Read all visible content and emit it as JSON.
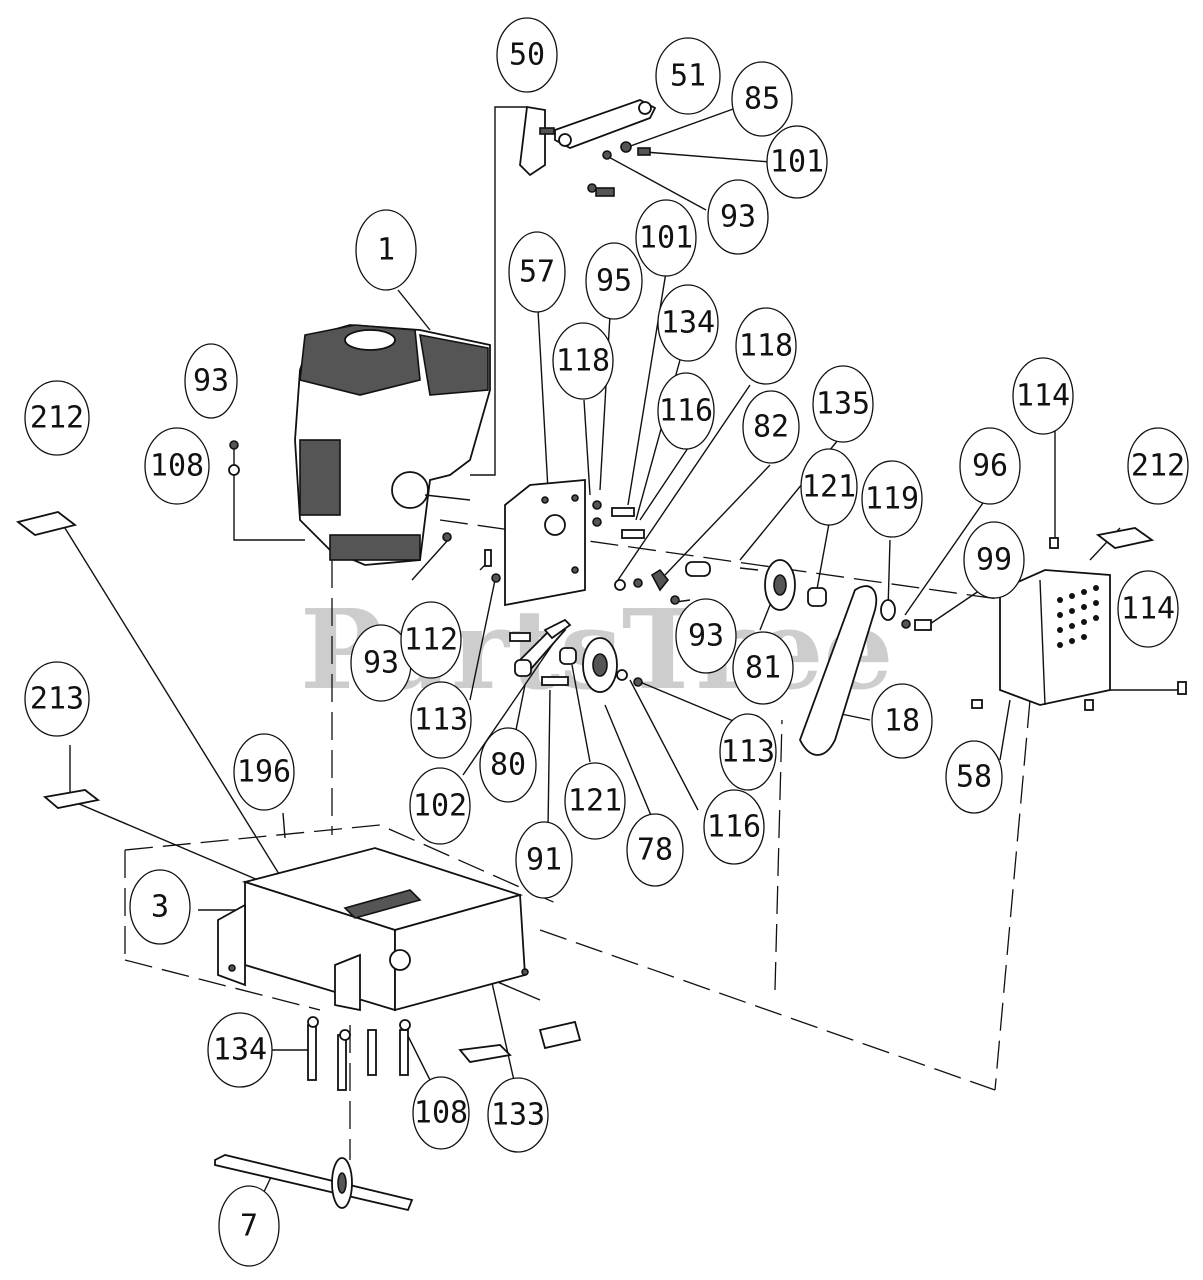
{
  "watermark": "PartsTree",
  "callouts": [
    {
      "label": "50"
    },
    {
      "label": "51"
    },
    {
      "label": "85"
    },
    {
      "label": "101"
    },
    {
      "label": "93"
    },
    {
      "label": "1"
    },
    {
      "label": "57"
    },
    {
      "label": "95"
    },
    {
      "label": "101"
    },
    {
      "label": "134"
    },
    {
      "label": "118"
    },
    {
      "label": "118"
    },
    {
      "label": "116"
    },
    {
      "label": "135"
    },
    {
      "label": "82"
    },
    {
      "label": "93"
    },
    {
      "label": "108"
    },
    {
      "label": "212"
    },
    {
      "label": "114"
    },
    {
      "label": "212"
    },
    {
      "label": "121"
    },
    {
      "label": "119"
    },
    {
      "label": "96"
    },
    {
      "label": "99"
    },
    {
      "label": "114"
    },
    {
      "label": "93"
    },
    {
      "label": "112"
    },
    {
      "label": "93"
    },
    {
      "label": "81"
    },
    {
      "label": "113"
    },
    {
      "label": "18"
    },
    {
      "label": "58"
    },
    {
      "label": "213"
    },
    {
      "label": "196"
    },
    {
      "label": "102"
    },
    {
      "label": "80"
    },
    {
      "label": "121"
    },
    {
      "label": "113"
    },
    {
      "label": "116"
    },
    {
      "label": "78"
    },
    {
      "label": "91"
    },
    {
      "label": "3"
    },
    {
      "label": "134"
    },
    {
      "label": "108"
    },
    {
      "label": "133"
    },
    {
      "label": "7"
    }
  ]
}
